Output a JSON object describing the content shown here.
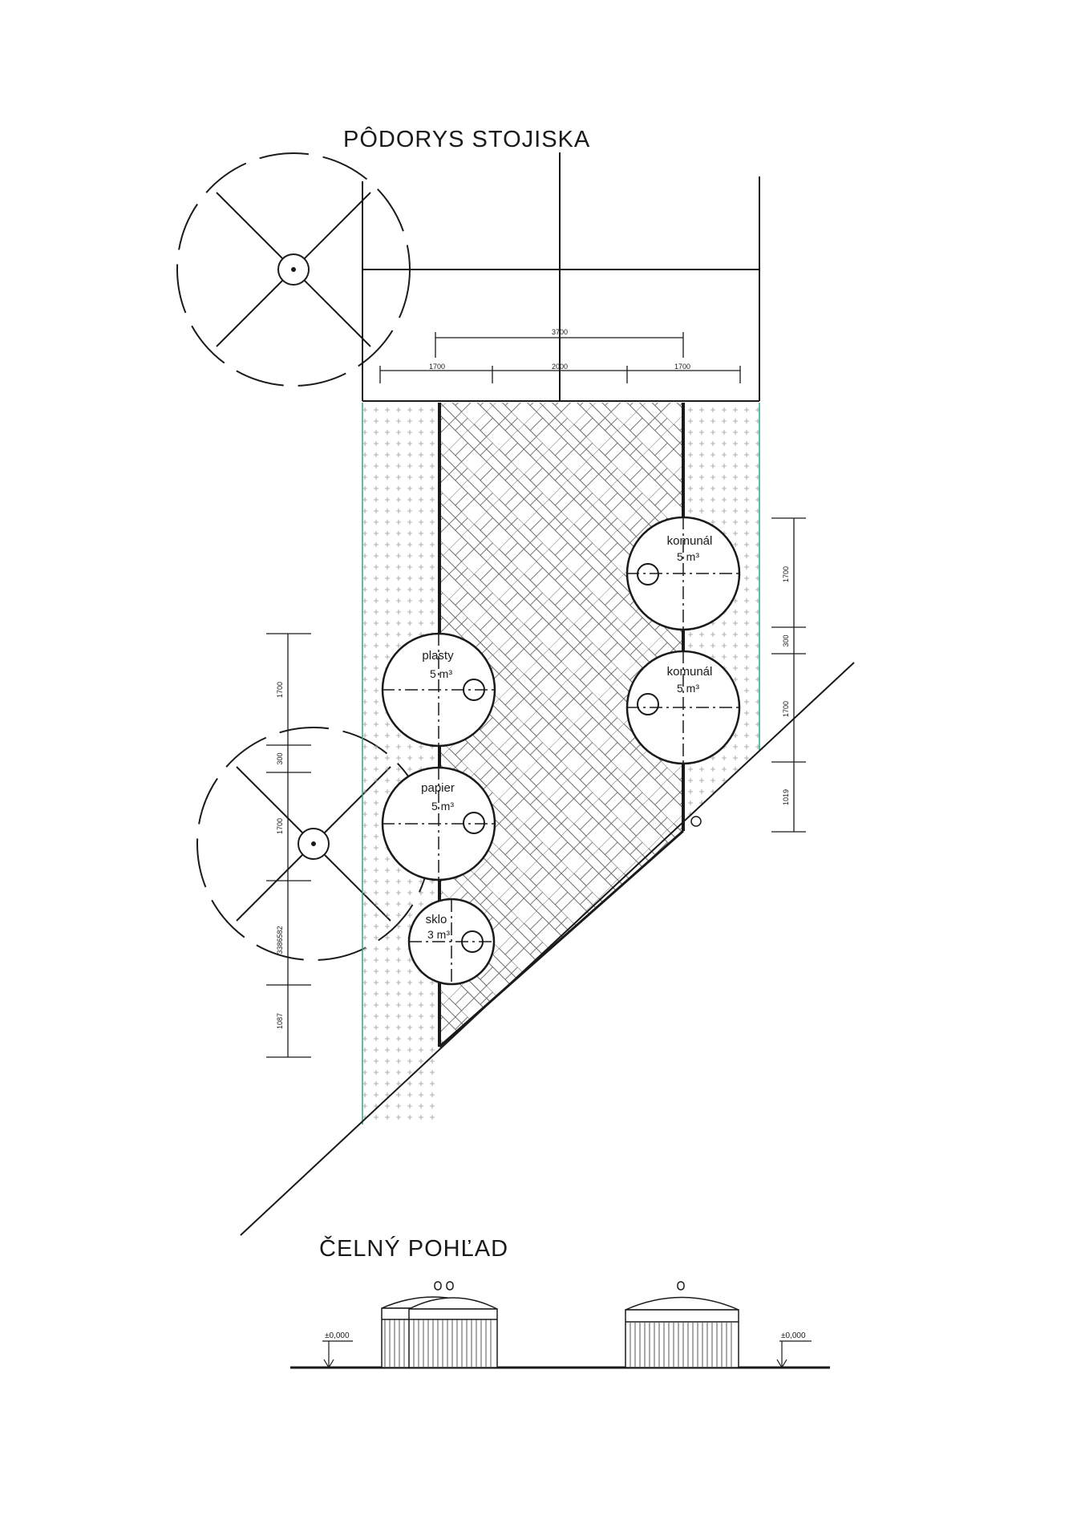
{
  "plan": {
    "title": "PÔDORYS STOJISKA",
    "dims_top": {
      "total": "3700",
      "left": "1700",
      "middle": "2000",
      "right": "1700"
    },
    "dims_right": [
      "1700",
      "300",
      "1700",
      "1019"
    ],
    "dims_left": [
      "1700",
      "300",
      "1700",
      "3386582",
      "1087"
    ],
    "containers": [
      {
        "label": "komunál",
        "volume": "5 m³"
      },
      {
        "label": "komunál",
        "volume": "5 m³"
      },
      {
        "label": "plasty",
        "volume": "5 m³"
      },
      {
        "label": "papier",
        "volume": "5 m³"
      },
      {
        "label": "sklo",
        "volume": "3 m³"
      }
    ]
  },
  "front": {
    "title": "ČELNÝ POHĽAD",
    "level_left": "±0,000",
    "level_right": "±0,000"
  }
}
